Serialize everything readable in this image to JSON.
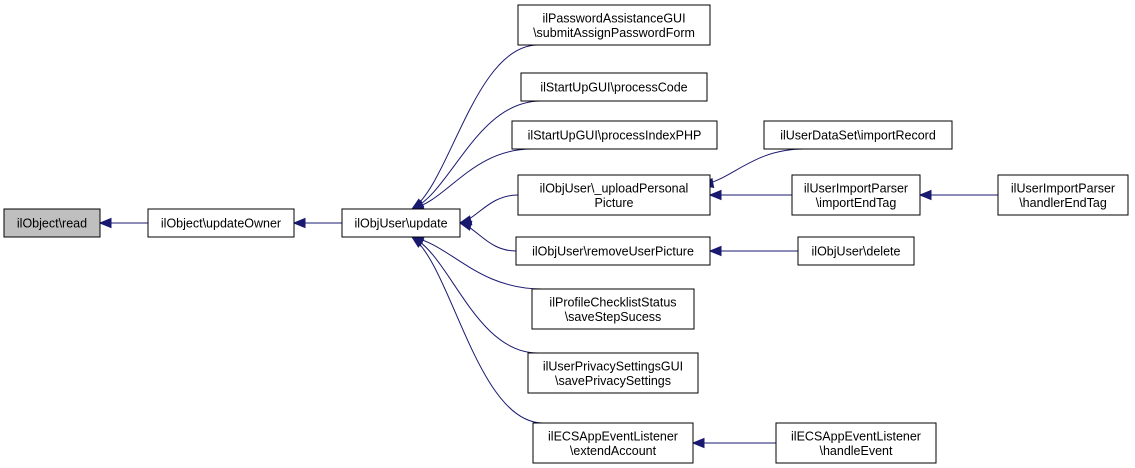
{
  "colors": {
    "edge": "#191970",
    "root_fill": "#bfbfbf",
    "node_fill": "#ffffff",
    "node_border": "#000000"
  },
  "nodes": [
    {
      "id": "read",
      "lines": [
        "ilObject\\read"
      ]
    },
    {
      "id": "updateOwner",
      "lines": [
        "ilObject\\updateOwner"
      ]
    },
    {
      "id": "update",
      "lines": [
        "ilObjUser\\update"
      ]
    },
    {
      "id": "submitAssign",
      "lines": [
        "ilPasswordAssistanceGUI",
        "\\submitAssignPasswordForm"
      ]
    },
    {
      "id": "processCode",
      "lines": [
        "ilStartUpGUI\\processCode"
      ]
    },
    {
      "id": "processIndex",
      "lines": [
        "ilStartUpGUI\\processIndexPHP"
      ]
    },
    {
      "id": "uploadPic",
      "lines": [
        "ilObjUser\\_uploadPersonal",
        "Picture"
      ]
    },
    {
      "id": "removePic",
      "lines": [
        "ilObjUser\\removeUserPicture"
      ]
    },
    {
      "id": "checklist",
      "lines": [
        "ilProfileChecklistStatus",
        "\\saveStepSucess"
      ]
    },
    {
      "id": "privacy",
      "lines": [
        "ilUserPrivacySettingsGUI",
        "\\savePrivacySettings"
      ]
    },
    {
      "id": "extend",
      "lines": [
        "ilECSAppEventListener",
        "\\extendAccount"
      ]
    },
    {
      "id": "importRecord",
      "lines": [
        "ilUserDataSet\\importRecord"
      ]
    },
    {
      "id": "importEndTag",
      "lines": [
        "ilUserImportParser",
        "\\importEndTag"
      ]
    },
    {
      "id": "handlerEndTag",
      "lines": [
        "ilUserImportParser",
        "\\handlerEndTag"
      ]
    },
    {
      "id": "delete",
      "lines": [
        "ilObjUser\\delete"
      ]
    },
    {
      "id": "handleEvent",
      "lines": [
        "ilECSAppEventListener",
        "\\handleEvent"
      ]
    }
  ],
  "edges": [
    {
      "from": "updateOwner",
      "to": "read"
    },
    {
      "from": "update",
      "to": "updateOwner"
    },
    {
      "from": "submitAssign",
      "to": "update"
    },
    {
      "from": "processCode",
      "to": "update"
    },
    {
      "from": "processIndex",
      "to": "update"
    },
    {
      "from": "uploadPic",
      "to": "update"
    },
    {
      "from": "removePic",
      "to": "update"
    },
    {
      "from": "checklist",
      "to": "update"
    },
    {
      "from": "privacy",
      "to": "update"
    },
    {
      "from": "extend",
      "to": "update"
    },
    {
      "from": "importRecord",
      "to": "uploadPic"
    },
    {
      "from": "importEndTag",
      "to": "uploadPic"
    },
    {
      "from": "handlerEndTag",
      "to": "importEndTag"
    },
    {
      "from": "delete",
      "to": "removePic"
    },
    {
      "from": "handleEvent",
      "to": "extend"
    }
  ]
}
